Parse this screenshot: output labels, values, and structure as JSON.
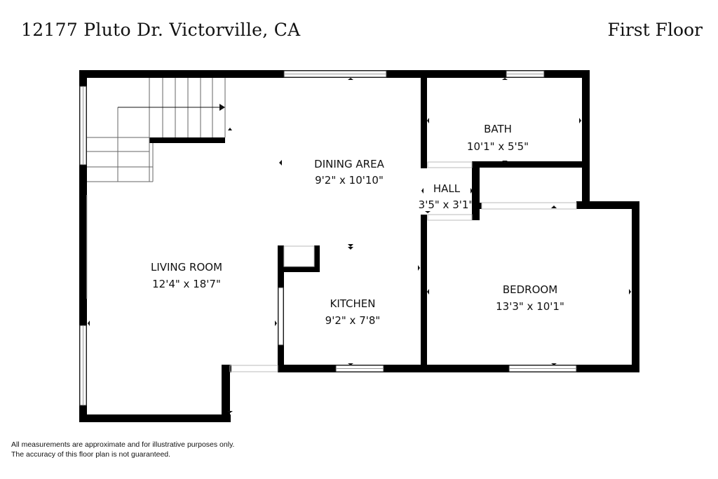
{
  "header": {
    "address": "12177 Pluto Dr. Victorville, CA",
    "floor": "First Floor"
  },
  "rooms": {
    "living": {
      "name": "LIVING ROOM",
      "dims": "12'4\" x 18'7\""
    },
    "dining": {
      "name": "DINING AREA",
      "dims": "9'2\" x 10'10\""
    },
    "kitchen": {
      "name": "KITCHEN",
      "dims": "9'2\" x 7'8\""
    },
    "bath": {
      "name": "BATH",
      "dims": "10'1\" x 5'5\""
    },
    "hall": {
      "name": "HALL",
      "dims": "3'5\" x 3'1\""
    },
    "bedroom": {
      "name": "BEDROOM",
      "dims": "13'3\" x 10'1\""
    }
  },
  "disclaimer": {
    "line1": "All measurements are approximate and for illustrative purposes only.",
    "line2": "The accuracy of this floor plan is not guaranteed."
  },
  "colors": {
    "wall": "#000000",
    "window": "#ffffff",
    "stair_line": "#555555"
  }
}
